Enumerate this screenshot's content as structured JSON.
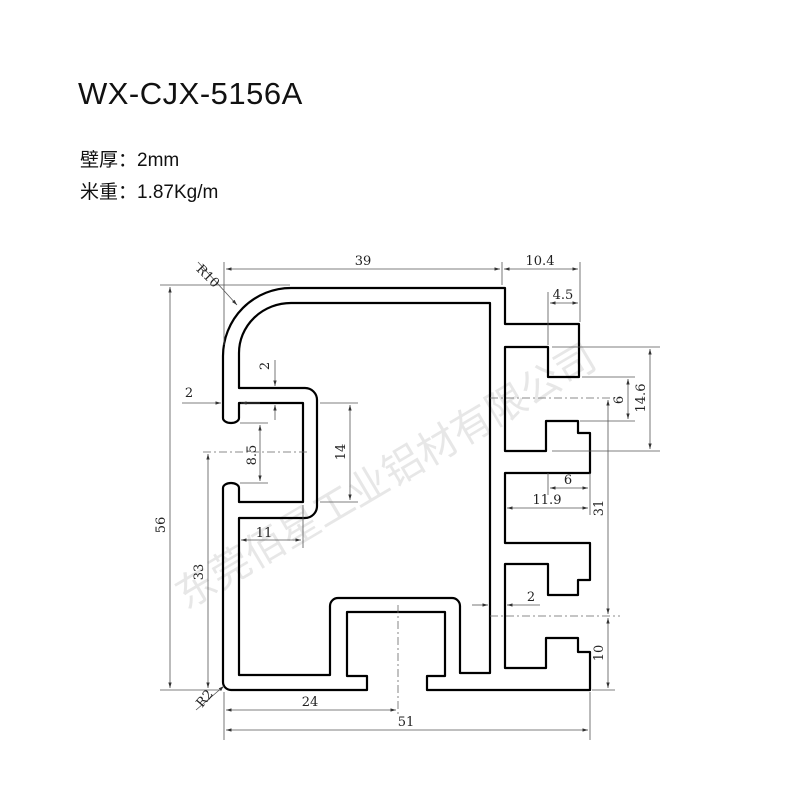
{
  "title": "WX-CJX-5156A",
  "specs": {
    "wall_thickness": "壁厚：2mm",
    "unit_weight": "米重：1.87Kg/m"
  },
  "watermark": "东莞佰星工业铝材有限公司",
  "dimensions": {
    "r10": "R10",
    "d39": "39",
    "d10_4": "10.4",
    "d4_5": "4.5",
    "d2_top": "2",
    "d2_left": "2",
    "d8_5": "8.5",
    "d14": "14",
    "d6_right": "6",
    "d14_6": "14.6",
    "d6_horiz": "6",
    "d11_9": "11.9",
    "d31": "31",
    "d11": "11",
    "d56": "56",
    "d33": "33",
    "d2_wall": "2",
    "d10": "10",
    "d24": "24",
    "d51": "51",
    "r2": "R2"
  }
}
